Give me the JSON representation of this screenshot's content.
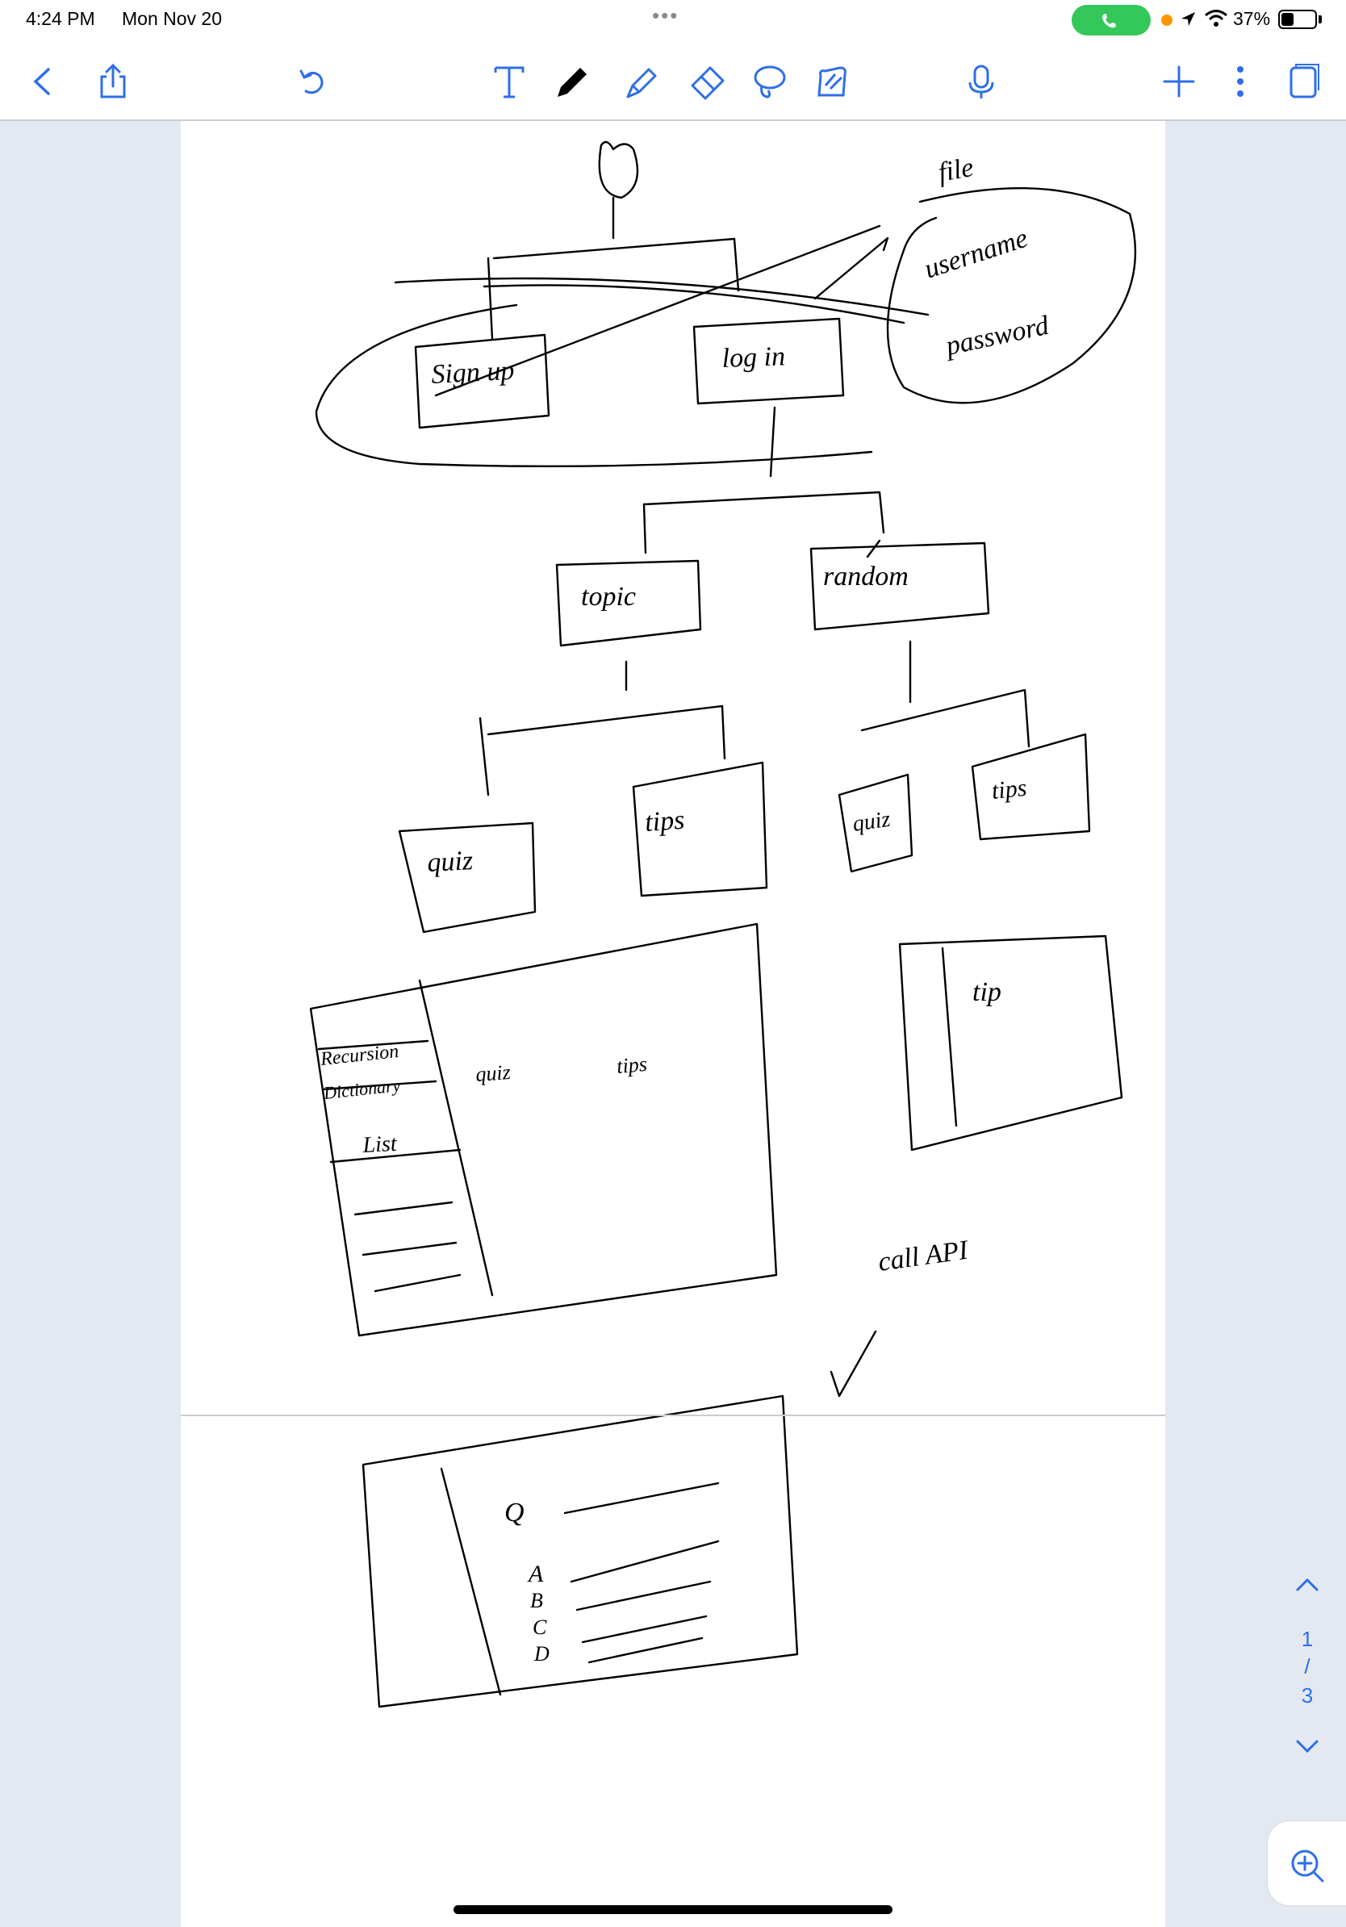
{
  "status_bar": {
    "time": "4:24 PM",
    "date": "Mon Nov 20",
    "battery_percent": "37%",
    "battery_level": 0.37
  },
  "toolbar": {
    "icons": [
      "back-icon",
      "share-icon",
      "undo-icon",
      "text-tool-icon",
      "pen-icon",
      "highlighter-icon",
      "eraser-icon",
      "lasso-icon",
      "shape-icon",
      "microphone-icon",
      "add-page-icon",
      "more-icon",
      "pages-icon"
    ]
  },
  "page_nav": {
    "current_page": "1",
    "separator": "/",
    "total_pages": "3"
  },
  "sketch_labels": {
    "file": "file",
    "username": "username",
    "password": "password",
    "sign_up": "Sign up",
    "log_in": "log in",
    "topic": "topic",
    "random": "random",
    "quiz": "quiz",
    "tips": "tips",
    "recursion": "Recursion",
    "dictionary": "Dictionary",
    "list": "List",
    "tip": "tip",
    "call_api": "call API",
    "q": "Q",
    "a": "A",
    "b": "B",
    "c": "C",
    "d": "D"
  },
  "colors": {
    "accent": "#2f6fe6",
    "call_pill": "#34c759",
    "background": "#e3e8f1",
    "ink": "#000000"
  }
}
